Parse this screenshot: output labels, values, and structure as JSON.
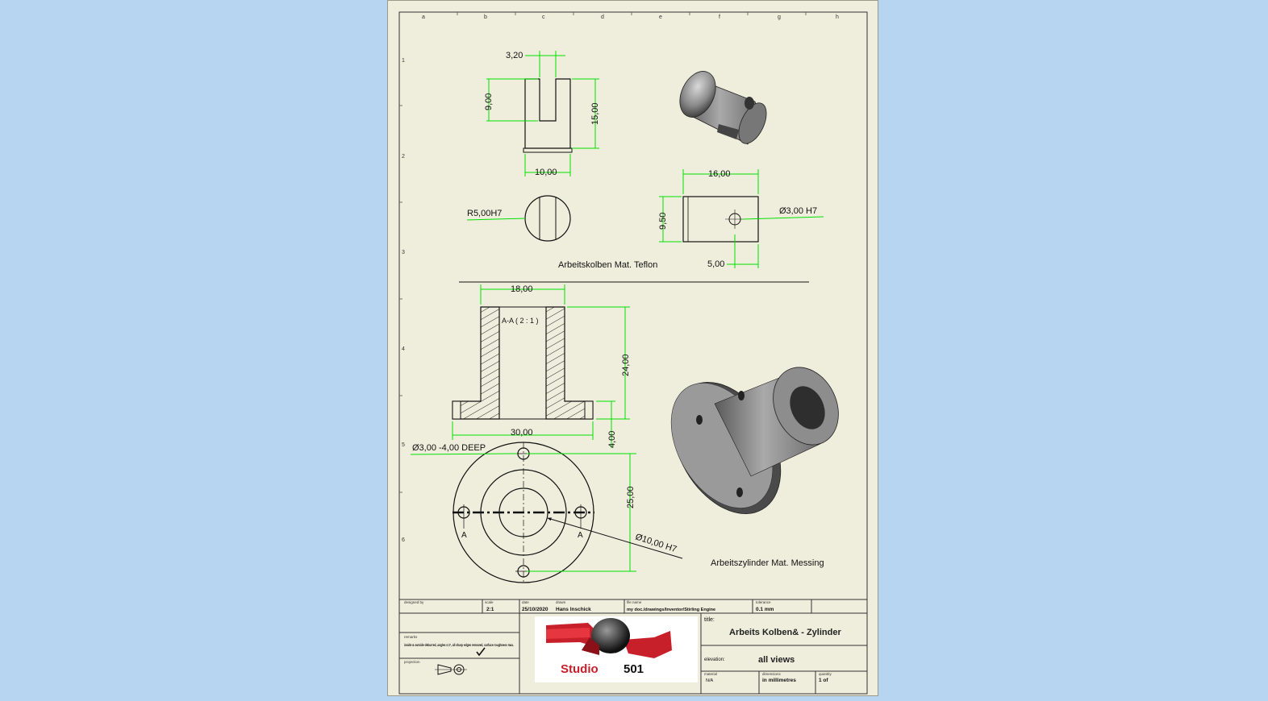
{
  "sheet": {
    "col_labels": [
      "a",
      "b",
      "c",
      "d",
      "e",
      "f",
      "g",
      "h"
    ],
    "row_labels": [
      "1",
      "2",
      "3",
      "4",
      "5",
      "6"
    ]
  },
  "view_kolben": {
    "dim_slot_width": "3,20",
    "dim_slot_depth": "9,00",
    "dim_height": "15,00",
    "dim_width": "10,00",
    "dim_radius": "R5,00H7",
    "dim_length": "16,00",
    "dim_side_height": "9,50",
    "dim_hole": "Ø3,00 H7",
    "dim_hole_pos": "5,00",
    "caption": "Arbeitskolben  Mat. Teflon"
  },
  "view_zylinder": {
    "dim_bore": "18,00",
    "section_label": "A-A ( 2 : 1 )",
    "dim_height": "24,00",
    "dim_flange_dia": "30,00",
    "dim_flange_thk": "4,00",
    "dim_holes": "Ø3,00 -4,00 DEEP",
    "dim_bolt_circle": "25,00",
    "dim_inner_dia": "Ø10,00 H7",
    "cut_label_left": "A",
    "cut_label_right": "A",
    "caption": "Arbeitszylinder Mat. Messing"
  },
  "title_block": {
    "designed_by_label": "designed by",
    "scale_label": "scale",
    "scale_value": "2:1",
    "date_label": "date",
    "date_value": "25/10/2020",
    "drawn_label": "drawn",
    "drawn_value": "Hans Inschick",
    "file_label": "file name",
    "file_value": "my doc./drawings/Inventor/Stirling Engine",
    "tolerance_label": "tolerance",
    "tolerance_value": "0.1 mm",
    "remarks_label": "remarks",
    "remarks_text": "inside & outside deburred, angles ≤ 2°, all sharp edges removed, surface roughness max.",
    "projection_label": "projection",
    "logo_text_1": "Studio",
    "logo_text_2": "501",
    "title_label": "title:",
    "title_value": "Arbeits Kolben& - Zylinder",
    "elevation_label": "elevation:",
    "elevation_value": "all views",
    "material_label": "material",
    "material_value": "N/A",
    "dimensions_label": "dimensions",
    "dimensions_value": "in millimetres",
    "quantity_label": "quantity",
    "quantity_value": "1 of"
  },
  "colors": {
    "background": "#b7d5f1",
    "paper": "#efeedd",
    "dimension_line": "#00e000",
    "outline": "#111111",
    "logo_red": "#c8202a"
  }
}
